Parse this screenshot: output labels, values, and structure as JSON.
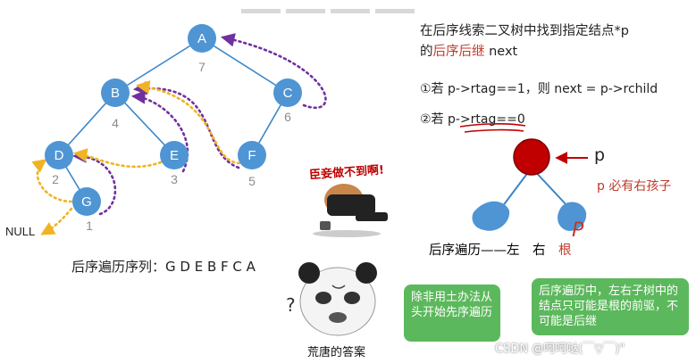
{
  "nodes": [
    {
      "label": "A",
      "order": "7"
    },
    {
      "label": "B",
      "order": "4"
    },
    {
      "label": "C",
      "order": "6"
    },
    {
      "label": "D",
      "order": "2"
    },
    {
      "label": "E",
      "order": "3"
    },
    {
      "label": "F",
      "order": "5"
    },
    {
      "label": "G",
      "order": "1"
    }
  ],
  "null_label": "NULL",
  "postorder_sequence": "后序遍历序列：G D E B F C A",
  "title_line1": "在后序线索二叉树中找到指定结点*p",
  "title_line2_prefix": "的",
  "title_line2_highlight": "后序后继",
  "title_line2_suffix": " next",
  "case1": "①若 p->rtag==1，则 next = p->rchild",
  "case2": "②若 p->rtag==0",
  "p_label": "p",
  "p_note": "p 必有右孩子",
  "p_handwritten": "P",
  "postorder_label_prefix": "后序遍历——左　右　",
  "postorder_label_root": "根",
  "sticker_text": "臣妾做不到啊!",
  "box1_text": "除非用土办法从头开始先序遍历",
  "box2_text": "后序遍历中，左右子树中的结点只可能是根的前驱，不可能是后继",
  "question_mark": "?",
  "meme_caption": "荒唐的答案",
  "watermark": "CSDN @呵呵哒(￣▽￣)\"",
  "colors": {
    "node_fill": "#4f95d4",
    "edge": "#3a86c9",
    "thread_purple": "#7030a0",
    "thread_yellow": "#f0b323",
    "p_node": "#c00000",
    "green_box": "#5cb85c",
    "highlight_red": "#c0392b"
  }
}
